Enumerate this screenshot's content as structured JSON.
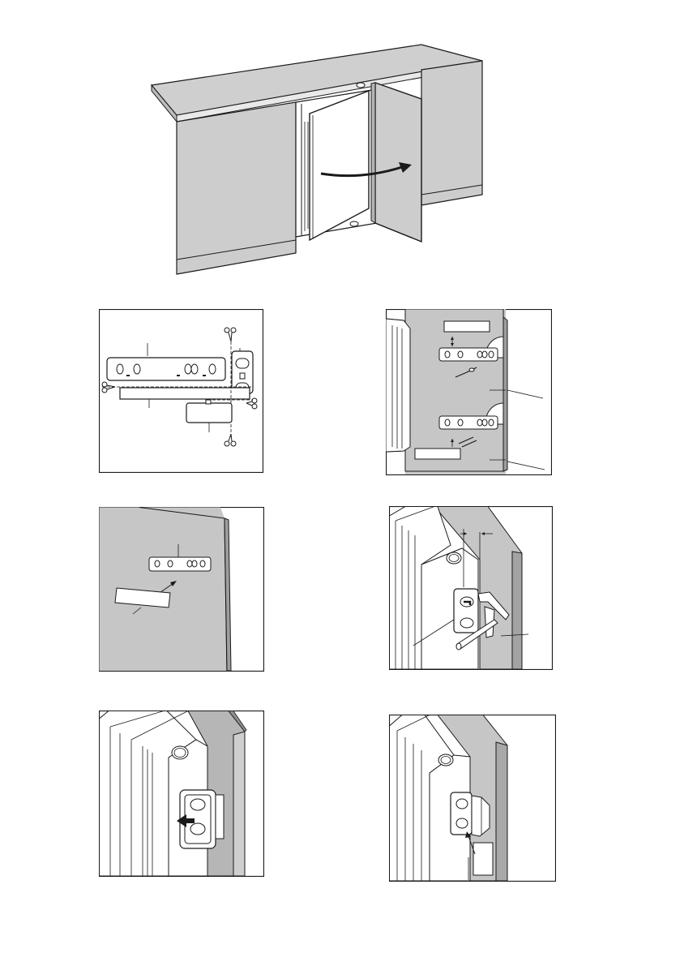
{
  "page": {
    "title": "",
    "colors": {
      "cabinet": "#d2d2d2",
      "cabinet_dark": "#a9a9a9",
      "panel_gray": "#c6c6c6",
      "line": "#1a1a1a",
      "white": "#ffffff"
    }
  },
  "figures": [
    {
      "name": "cabinet-overview",
      "labels": []
    },
    {
      "name": "template-cutting",
      "labels": []
    },
    {
      "name": "hinge-plate-positioning",
      "labels": []
    },
    {
      "name": "template-placement",
      "labels": []
    },
    {
      "name": "door-gap-adjustment",
      "labels": []
    },
    {
      "name": "slide-release",
      "labels": []
    },
    {
      "name": "cover-cap-fitting",
      "labels": []
    }
  ]
}
